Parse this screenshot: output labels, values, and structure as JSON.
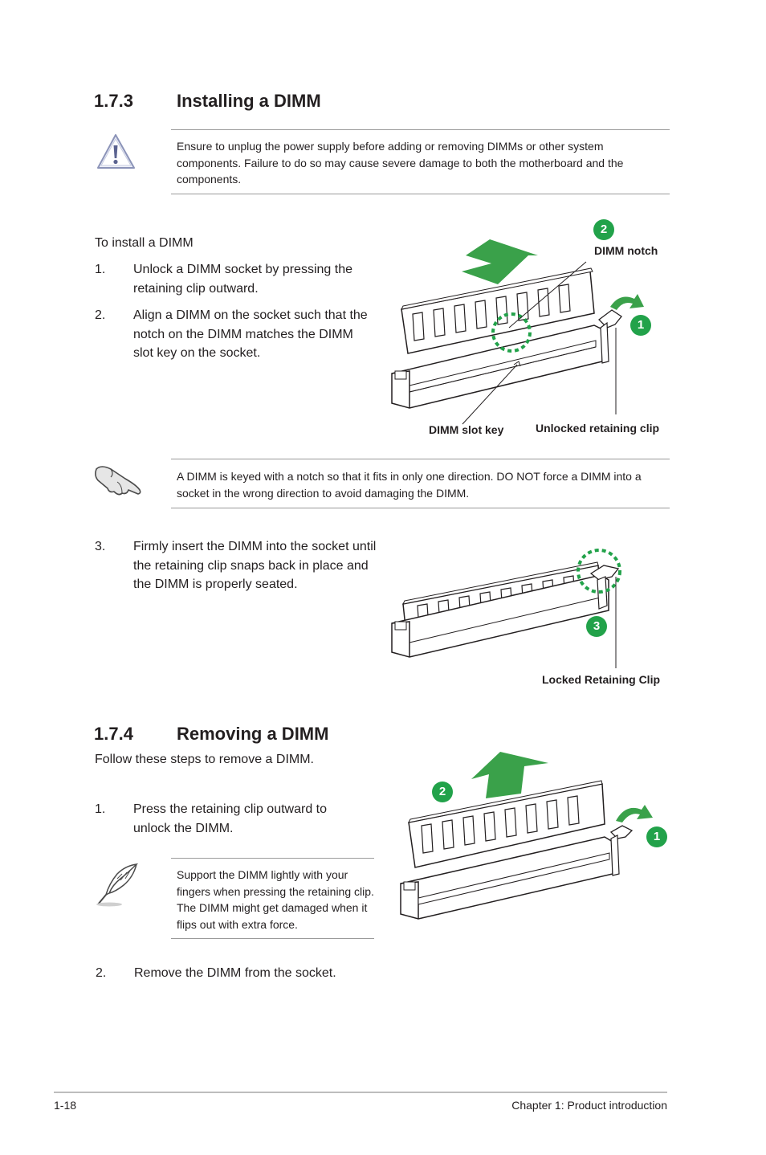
{
  "section_373": {
    "number": "1.7.3",
    "title": "Installing a DIMM"
  },
  "warning_note": {
    "icon": "warning-triangle-icon",
    "text": "Ensure to unplug the power supply before adding or removing DIMMs or other system components. Failure to do so may cause severe damage to both the motherboard and the components."
  },
  "install": {
    "intro": "To install a DIMM",
    "steps": [
      {
        "num": "1.",
        "text": "Unlock a DIMM socket by pressing the retaining clip outward."
      },
      {
        "num": "2.",
        "text": "Align a DIMM on the socket such that the notch on the DIMM matches the DIMM slot key on the socket."
      },
      {
        "num": "3.",
        "text": "Firmly insert the DIMM into the socket until the retaining clip snaps back in place and the DIMM is properly seated."
      }
    ]
  },
  "figure1": {
    "badge_1": "1",
    "badge_2": "2",
    "dimm_notch": "DIMM notch",
    "dimm_slot_key": "DIMM slot key",
    "unlocked_clip": "Unlocked retaining clip"
  },
  "hand_note": {
    "icon": "pointing-hand-icon",
    "text": "A DIMM is keyed with a notch so that it fits in only one direction. DO NOT force a DIMM into a socket in the wrong direction to avoid damaging the DIMM."
  },
  "figure2": {
    "badge_3": "3",
    "locked_clip": "Locked Retaining Clip"
  },
  "section_374": {
    "number": "1.7.4",
    "title": "Removing a DIMM"
  },
  "remove": {
    "intro": "Follow these steps to remove a DIMM.",
    "steps": [
      {
        "num": "1.",
        "text": "Press the retaining clip outward to unlock the DIMM."
      },
      {
        "num": "2.",
        "text": "Remove the DIMM from the socket."
      }
    ]
  },
  "quill_note": {
    "icon": "quill-pen-icon",
    "text": "Support the DIMM lightly with your fingers when pressing the retaining clip. The DIMM might get damaged when it flips out with extra force."
  },
  "figure3": {
    "badge_1": "1",
    "badge_2": "2"
  },
  "footer": {
    "page": "1-18",
    "chapter": "Chapter 1: Product introduction"
  },
  "colors": {
    "accent_green": "#22a24a",
    "rule_gray": "#9a9a9a",
    "text": "#231f20"
  }
}
